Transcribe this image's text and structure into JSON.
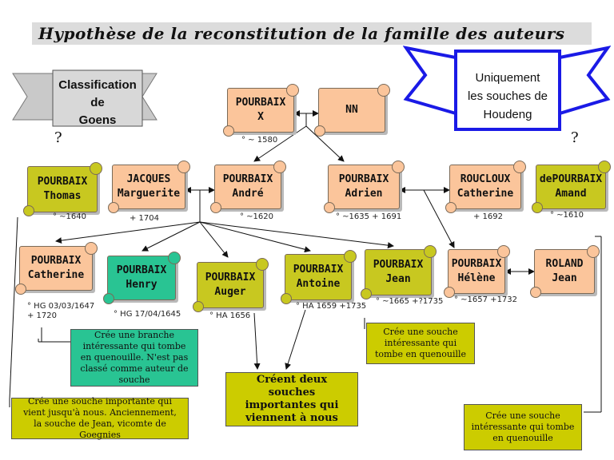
{
  "title": "Hypothèse de la reconstitution de la famille des auteurs",
  "banners": {
    "classification": [
      "Classification",
      "de",
      "Goens"
    ],
    "souches": [
      "Uniquement",
      "les souches de",
      "Houdeng"
    ]
  },
  "question_mark": "?",
  "persons": {
    "pourbaix_x": {
      "line1": "POURBAIX",
      "line2": "X",
      "note": "° ~ 1580"
    },
    "nn": {
      "line1": "NN"
    },
    "pourbaix_thomas": {
      "line1": "POURBAIX",
      "line2": "Thomas",
      "note": "° ~1640"
    },
    "jacques_marguerite": {
      "line1": "JACQUES",
      "line2": "Marguerite",
      "note": "+ 1704"
    },
    "pourbaix_andre": {
      "line1": "POURBAIX",
      "line2": "André",
      "note": "° ~1620"
    },
    "pourbaix_adrien": {
      "line1": "POURBAIX",
      "line2": "Adrien",
      "note": "° ~1635 + 1691"
    },
    "roucloux_catherine": {
      "line1": "ROUCLOUX",
      "line2": "Catherine",
      "note": "+ 1692"
    },
    "depourbaix_amand": {
      "line1": "dePOURBAIX",
      "line2": "Amand",
      "note": "° ~1610"
    },
    "pourbaix_catherine": {
      "line1": "POURBAIX",
      "line2": "Catherine",
      "note": "° HG 03/03/1647",
      "note2": "+ 1720"
    },
    "pourbaix_henry": {
      "line1": "POURBAIX",
      "line2": "Henry",
      "note": "° HG 17/04/1645"
    },
    "pourbaix_auger": {
      "line1": "POURBAIX",
      "line2": "Auger",
      "note": "° HA 1656"
    },
    "pourbaix_antoine": {
      "line1": "POURBAIX",
      "line2": "Antoine",
      "note": "° HA 1659 +1735"
    },
    "pourbaix_jean": {
      "line1": "POURBAIX",
      "line2": "Jean",
      "note": "° ~1665 +?1735"
    },
    "pourbaix_helene": {
      "line1": "POURBAIX",
      "line2": "Hélène",
      "note": "° ~1657 +1732"
    },
    "roland_jean": {
      "line1": "ROLAND",
      "line2": "Jean"
    }
  },
  "notes": {
    "henry": "Crée une branche intéressante qui tombe en quenouille. N'est pas classé comme auteur de souche",
    "auger_antoine": "Créent deux souches importantes qui viennent à nous",
    "jean": "Crée une souche intéressante qui tombe en quenouille",
    "thomas": "Crée une souche importante qui vient jusqu'à nous. Anciennement, la souche de Jean, vicomte de Goegnies",
    "amand": "Crée une souche intéressante qui tombe en quenouille"
  },
  "colors": {
    "peach": "#fbc59b",
    "olive": "#c8c820",
    "teal": "#29c493",
    "note_yellow": "#cccc00",
    "ribbon_blue": "#1a1ae6"
  }
}
